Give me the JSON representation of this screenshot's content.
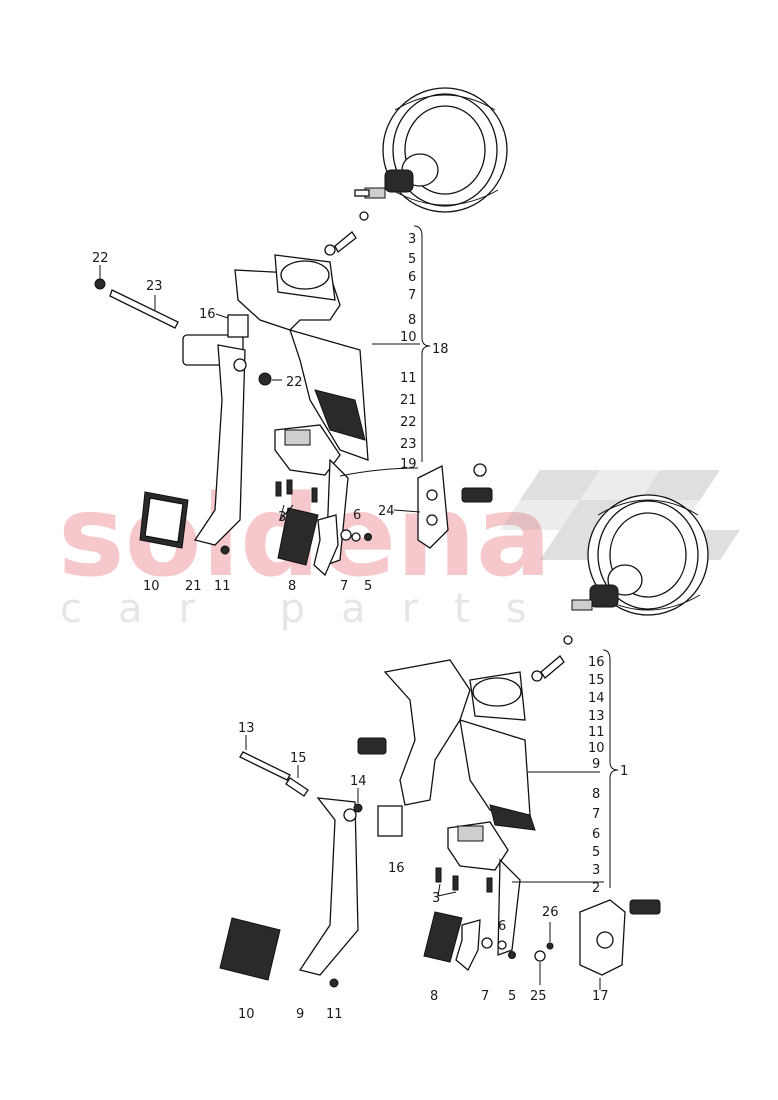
{
  "watermark": {
    "brand": "soldena",
    "tagline": "car parts",
    "brand_color": "#f6c7cb"
  },
  "upper_group": {
    "bracket_items": [
      "3",
      "5",
      "6",
      "7",
      "8",
      "10",
      "11",
      "21",
      "22",
      "23",
      "19"
    ],
    "bracket_label": "18",
    "labels": {
      "p22a": "22",
      "p23": "23",
      "p16": "16",
      "p22b": "22",
      "p10": "10",
      "p21": "21",
      "p11": "11",
      "p3": "3",
      "p8": "8",
      "p6": "6",
      "p7": "7",
      "p5": "5",
      "p24": "24"
    }
  },
  "lower_group": {
    "bracket_items": [
      "16",
      "15",
      "14",
      "13",
      "11",
      "10",
      "9",
      "8",
      "7",
      "6",
      "5",
      "3",
      "2"
    ],
    "bracket_label": "1",
    "labels": {
      "p13": "13",
      "p15": "15",
      "p14": "14",
      "p16": "16",
      "p10": "10",
      "p9": "9",
      "p11": "11",
      "p3": "3",
      "p8": "8",
      "p6": "6",
      "p7": "7",
      "p5": "5",
      "p26": "26",
      "p25": "25",
      "p17": "17"
    }
  }
}
